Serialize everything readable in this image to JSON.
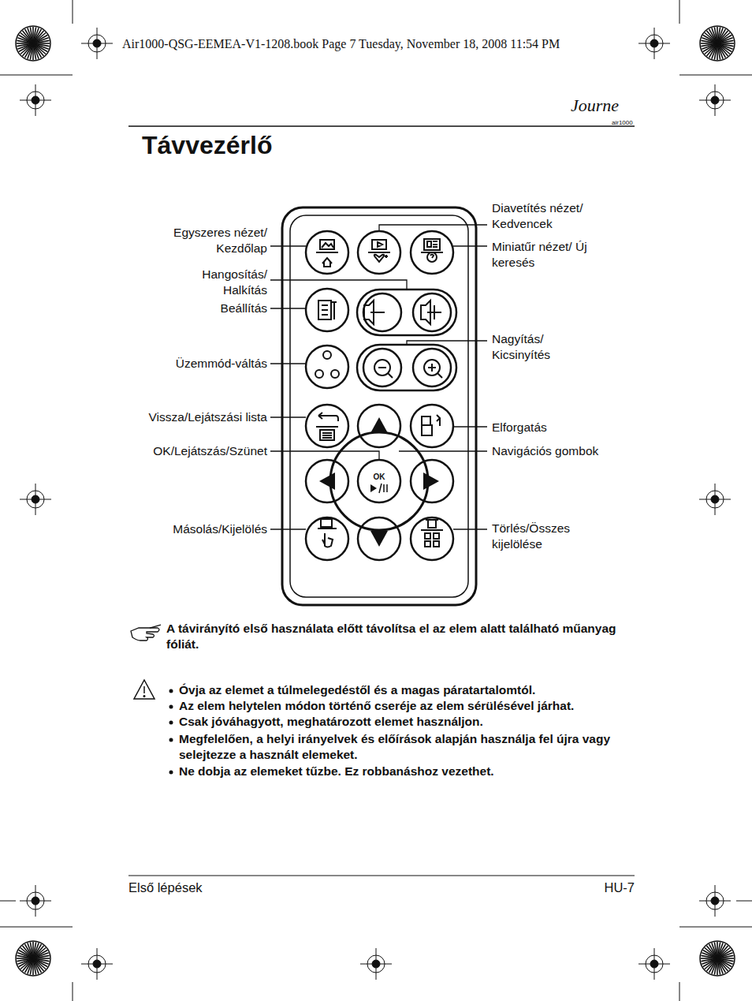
{
  "diagram": {
    "title": "Távvezérlő",
    "nodes": [
      {
        "text": [
          "OK"
        ]
      }
    ],
    "labels": [
      "Air1000-QSG-EEMEA-V1-1208.book Page 7 Tuesday, November 18, 2008 11:54 PM",
      "Journe",
      "air1000",
      "Egyszeres nézet/ Kezdőlap",
      "Hangosítás/ Halkítás",
      "Beállítás",
      "Üzemmód-váltás",
      "Vissza/Lejátszási lista",
      "OK/Lejátszás/Szünet",
      "Másolás/Kijelölés",
      "Diavetítés nézet/ Kedvencek",
      "Miniatűr nézet/ Új keresés",
      "Nagyítás/ Kicsinyítés",
      "Elforgatás",
      "Navigációs gombok",
      "Törlés/Összes kijelölése",
      "A távirányító első használata előtt távolítsa el az elem alatt található műanyag fóliát.",
      "Óvja az elemet a túlmelegedéstől és a magas páratartalomtól.",
      "Az elem helytelen módon történő cseréje az elem sérülésével járhat.",
      "Csak jóváhagyott, meghatározott elemet használjon.",
      "Megfelelően, a helyi irányelvek és előírások alapján használja fel újra vagy selejtezze a használt elemeket.",
      "Ne dobja az elemeket tűzbe. Ez robbanáshoz vezethet.",
      "Első lépések",
      "HU-7"
    ]
  }
}
